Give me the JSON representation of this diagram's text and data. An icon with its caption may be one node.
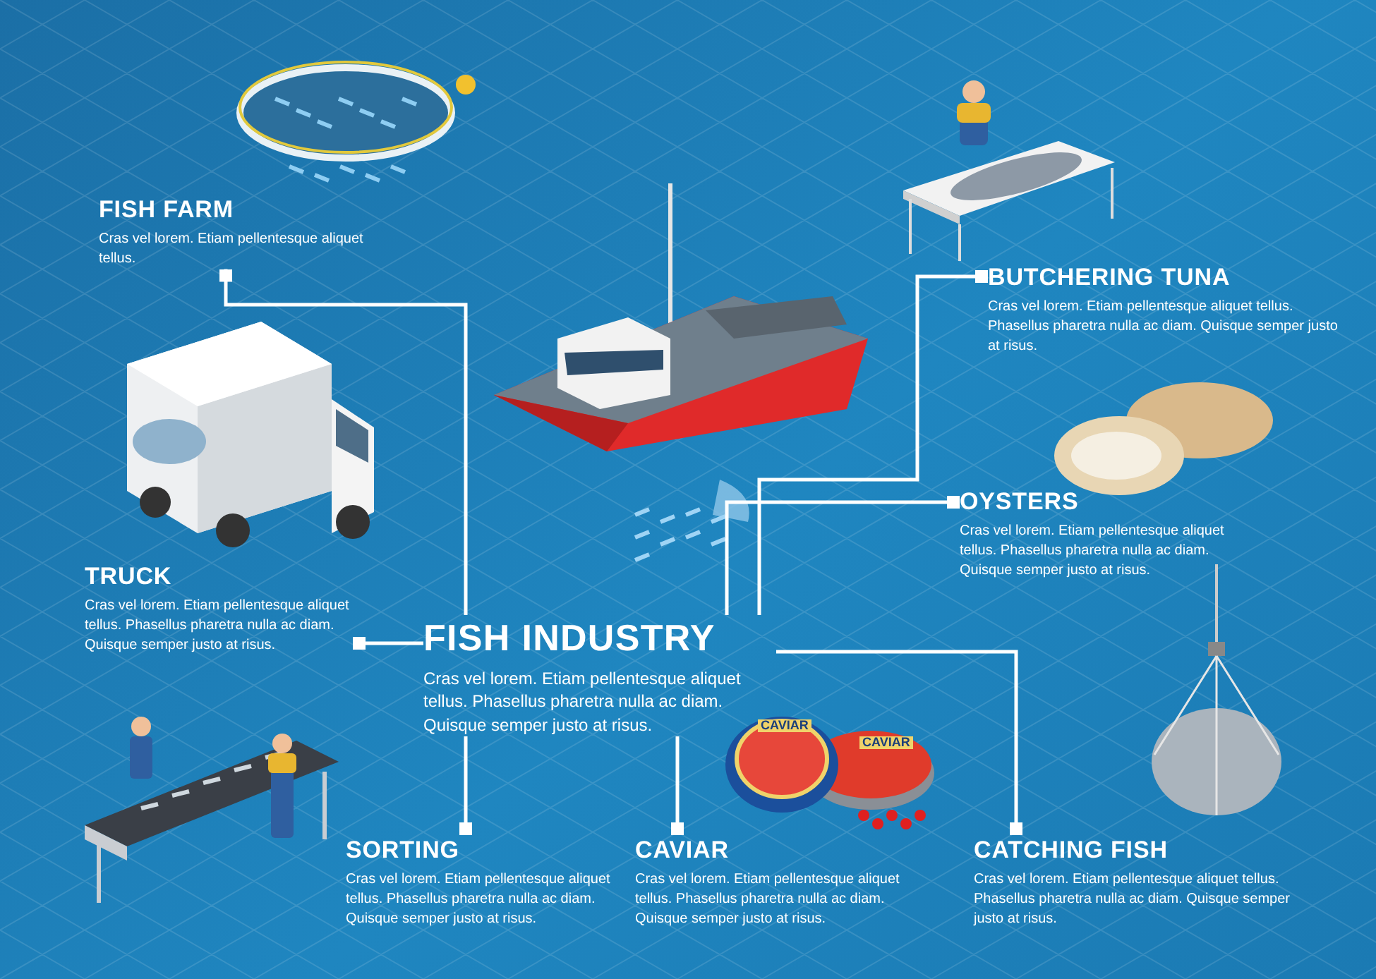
{
  "diagram": {
    "nodes": [
      {
        "text": [
          "FISH INDUSTRY",
          "Cras vel lorem. Etiam pellentesque aliquet tellus. Phasellus pharetra nulla ac diam. Quisque semper justo at risus."
        ]
      },
      {
        "text": [
          "FISH FARM",
          "Cras vel lorem. Etiam pellentesque aliquet tellus."
        ]
      },
      {
        "text": [
          "TRUCK",
          "Cras vel lorem. Etiam pellentesque aliquet tellus. Phasellus pharetra nulla ac diam. Quisque semper justo at risus."
        ]
      },
      {
        "text": [
          "SORTING",
          "Cras vel lorem. Etiam pellentesque aliquet tellus. Phasellus pharetra nulla ac diam. Quisque semper justo at risus."
        ]
      },
      {
        "text": [
          "CAVIAR",
          "Cras vel lorem. Etiam pellentesque aliquet tellus. Phasellus pharetra nulla ac diam. Quisque semper justo at risus."
        ]
      },
      {
        "text": [
          "CATCHING FISH",
          "Cras vel lorem. Etiam pellentesque aliquet tellus. Phasellus pharetra nulla ac diam. Quisque semper justo at risus."
        ]
      },
      {
        "text": [
          "OYSTERS",
          "Cras vel lorem. Etiam pellentesque aliquet tellus. Phasellus pharetra nulla ac diam. Quisque semper justo at risus."
        ]
      },
      {
        "text": [
          "BUTCHERING TUNA",
          "Cras vel lorem. Etiam pellentesque aliquet tellus. Phasellus pharetra nulla ac diam. Quisque semper justo at risus."
        ]
      }
    ],
    "edges": [
      {
        "from": 0,
        "to": 1,
        "arrow": "other"
      },
      {
        "from": 0,
        "to": 2,
        "arrow": "other"
      },
      {
        "from": 0,
        "to": 3,
        "arrow": "other"
      },
      {
        "from": 0,
        "to": 4,
        "arrow": "other"
      },
      {
        "from": 0,
        "to": 5,
        "arrow": "other"
      },
      {
        "from": 0,
        "to": 6,
        "arrow": "other"
      },
      {
        "from": 0,
        "to": 7,
        "arrow": "other"
      }
    ],
    "labels": [
      "CAVIAR",
      "CAVIAR"
    ]
  }
}
